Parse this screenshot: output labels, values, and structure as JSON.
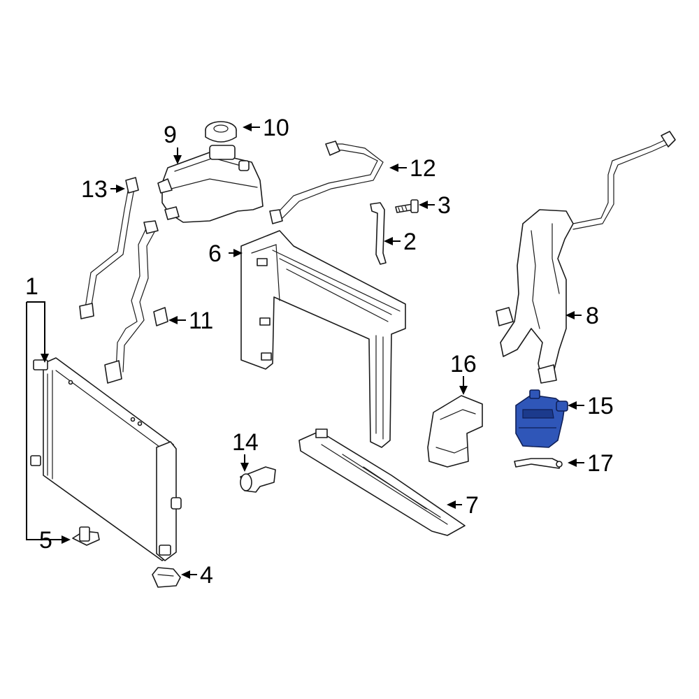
{
  "callouts": {
    "c1": "1",
    "c2": "2",
    "c3": "3",
    "c4": "4",
    "c5": "5",
    "c6": "6",
    "c7": "7",
    "c8": "8",
    "c9": "9",
    "c10": "10",
    "c11": "11",
    "c12": "12",
    "c13": "13",
    "c14": "14",
    "c15": "15",
    "c16": "16",
    "c17": "17"
  },
  "colors": {
    "highlight": "#2f56b8",
    "line": "#1a1a1a"
  }
}
